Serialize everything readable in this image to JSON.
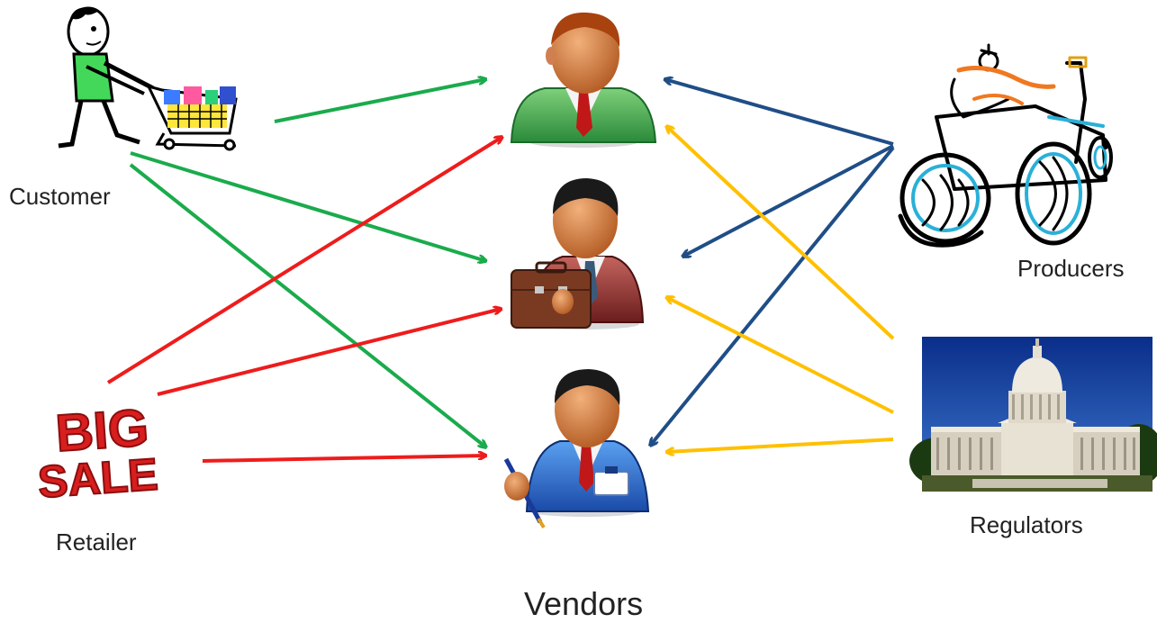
{
  "labels": {
    "customer": "Customer",
    "retailer": "Retailer",
    "producers": "Producers",
    "regulators": "Regulators",
    "vendors": "Vendors"
  },
  "retailer_sign": {
    "top_text": "BIG",
    "bottom_text": "SALE"
  },
  "colors": {
    "customer_arrow": "#1aab4c",
    "retailer_arrow": "#ee1c1c",
    "producer_arrow": "#1f4e87",
    "regulator_arrow": "#ffc000"
  },
  "icons": {
    "customer": "shopper-with-cart-icon",
    "retailer": "big-sale-sign-icon",
    "producers": "tractor-farmer-icon",
    "regulators": "capitol-building-photo",
    "vendor_1": "businessman-green-suit-icon",
    "vendor_2": "businessman-briefcase-icon",
    "vendor_3": "businessman-pen-badge-icon"
  },
  "edges": [
    {
      "from": "customer",
      "to": "vendor_1"
    },
    {
      "from": "customer",
      "to": "vendor_2"
    },
    {
      "from": "customer",
      "to": "vendor_3"
    },
    {
      "from": "retailer",
      "to": "vendor_1"
    },
    {
      "from": "retailer",
      "to": "vendor_2"
    },
    {
      "from": "retailer",
      "to": "vendor_3"
    },
    {
      "from": "producers",
      "to": "vendor_1"
    },
    {
      "from": "producers",
      "to": "vendor_2"
    },
    {
      "from": "producers",
      "to": "vendor_3"
    },
    {
      "from": "regulators",
      "to": "vendor_1"
    },
    {
      "from": "regulators",
      "to": "vendor_2"
    },
    {
      "from": "regulators",
      "to": "vendor_3"
    }
  ]
}
